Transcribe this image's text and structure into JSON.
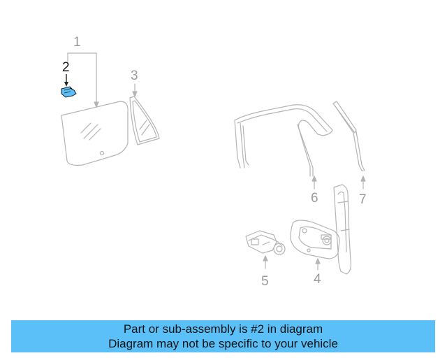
{
  "callouts": {
    "c1": "1",
    "c2": "2",
    "c3": "3",
    "c4": "4",
    "c5": "5",
    "c6": "6",
    "c7": "7"
  },
  "highlighted_callout": "2",
  "colors": {
    "line": "#b4b4b4",
    "highlight_part": "#5bc0f8",
    "banner": "#5bc0f8",
    "highlight_text": "#1a1a1a",
    "muted_text": "#9a9a9a"
  },
  "banner": {
    "line1": "Part or sub-assembly is #2 in diagram",
    "line2": "Diagram may not be specific to your vehicle"
  }
}
